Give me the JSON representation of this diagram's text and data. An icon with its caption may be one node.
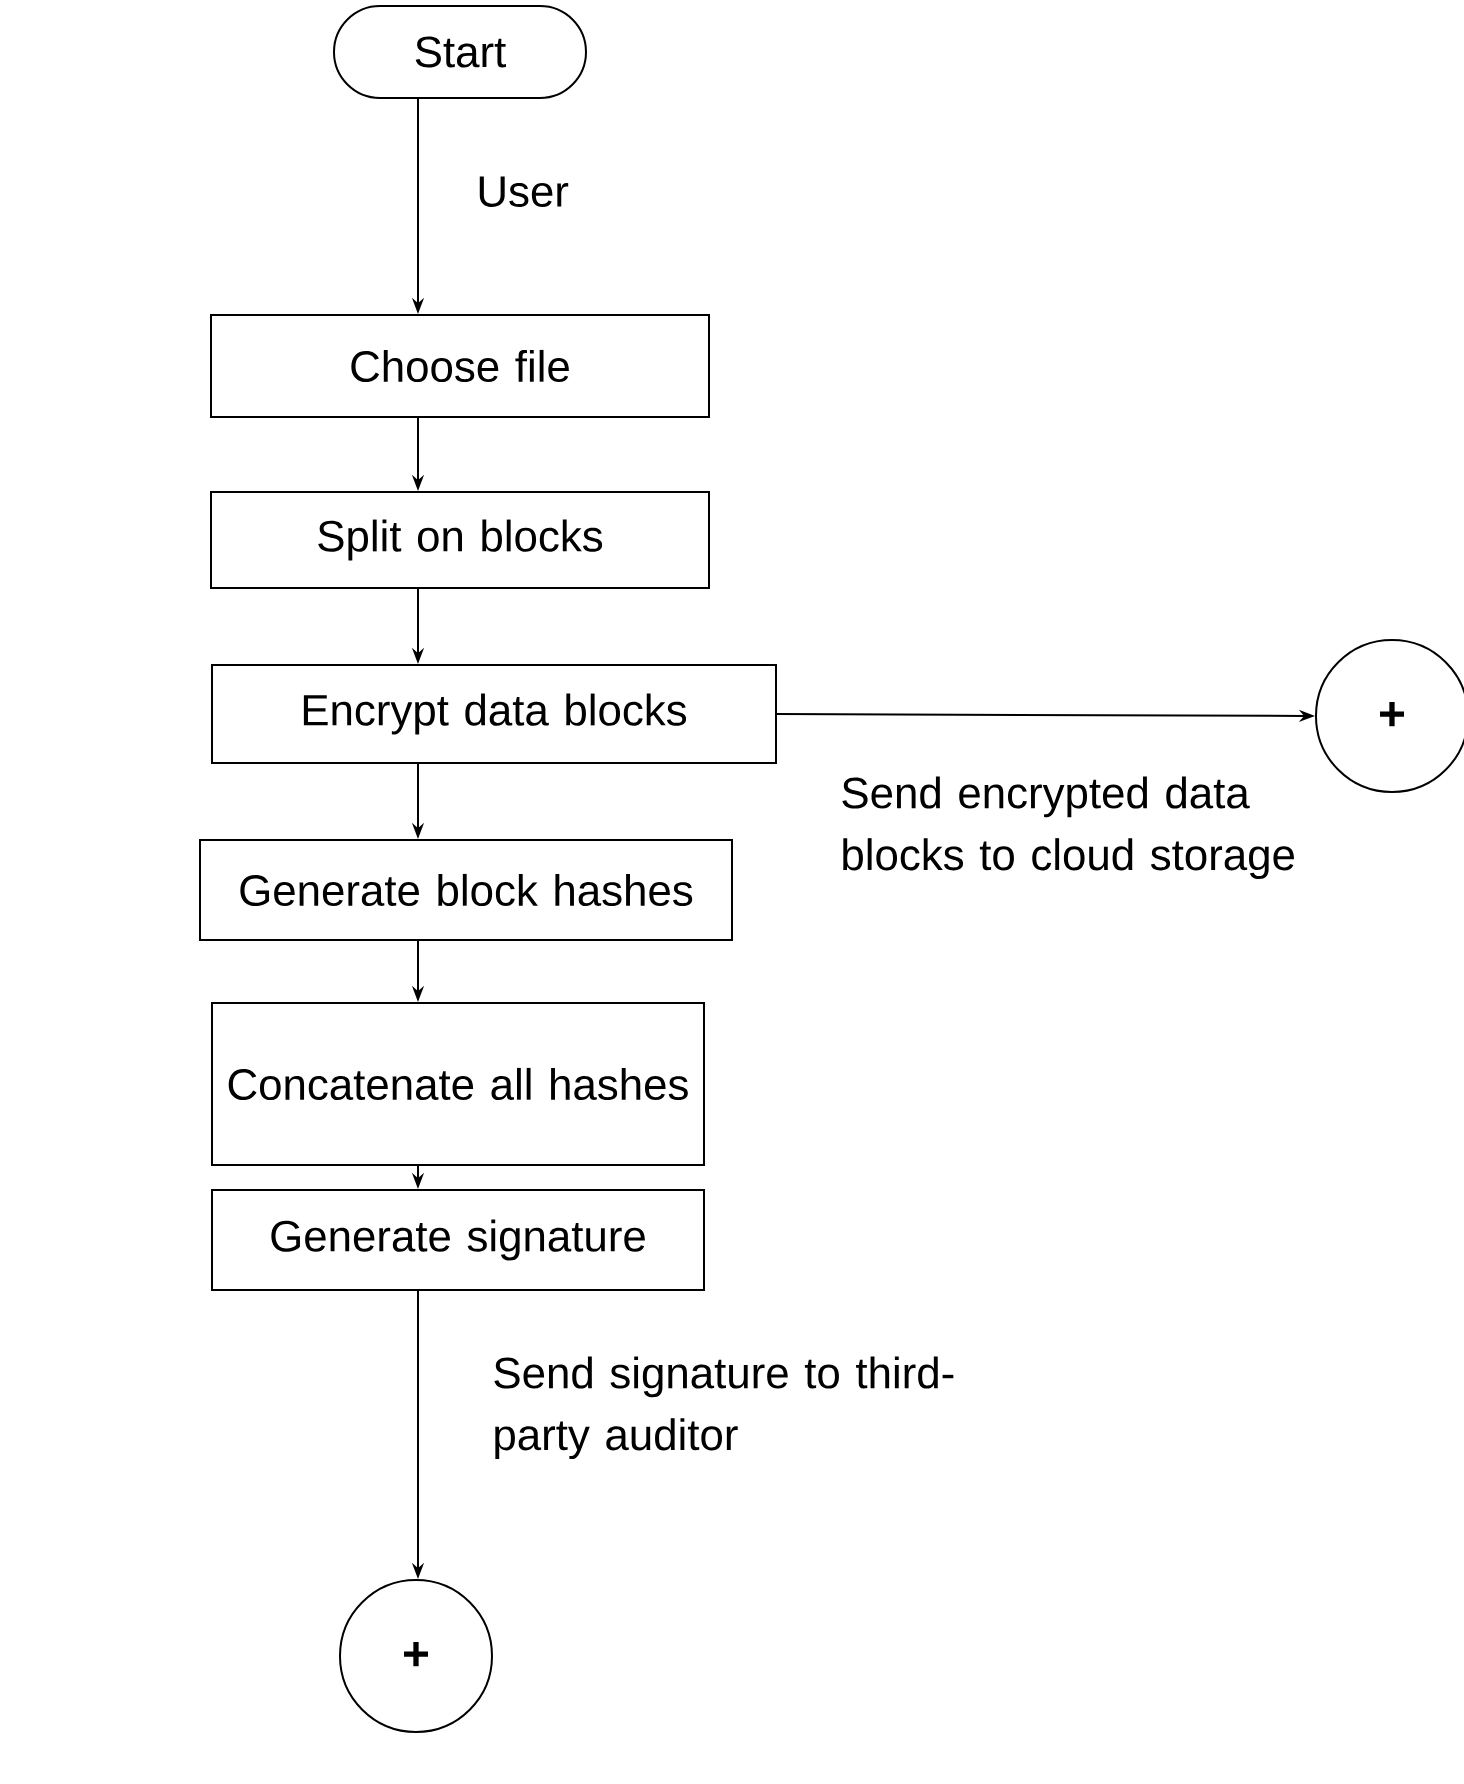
{
  "diagram": {
    "nodes": [
      {
        "text": [
          "Start"
        ]
      },
      {
        "text": [
          "Choose file"
        ]
      },
      {
        "text": [
          "Split on blocks"
        ]
      },
      {
        "text": [
          "Encrypt data blocks"
        ]
      },
      {
        "text": [
          "Generate block hashes"
        ]
      },
      {
        "text": [
          "Concatenate all hashes"
        ]
      },
      {
        "text": [
          "Generate signature"
        ]
      },
      {
        "text": [
          "+"
        ]
      },
      {
        "text": [
          "+"
        ]
      }
    ],
    "edges": [
      {
        "from": 0,
        "to": 1,
        "arrow": "to",
        "label": "User"
      },
      {
        "from": 1,
        "to": 2,
        "arrow": "to"
      },
      {
        "from": 2,
        "to": 3,
        "arrow": "to"
      },
      {
        "from": 3,
        "to": 4,
        "arrow": "to"
      },
      {
        "from": 4,
        "to": 5,
        "arrow": "to"
      },
      {
        "from": 5,
        "to": 6,
        "arrow": "to"
      },
      {
        "from": 3,
        "to": 7,
        "arrow": "to",
        "label": "Send encrypted data blocks to cloud storage"
      },
      {
        "from": 6,
        "to": 8,
        "arrow": "to",
        "label": "Send signature to third-party auditor"
      }
    ]
  }
}
